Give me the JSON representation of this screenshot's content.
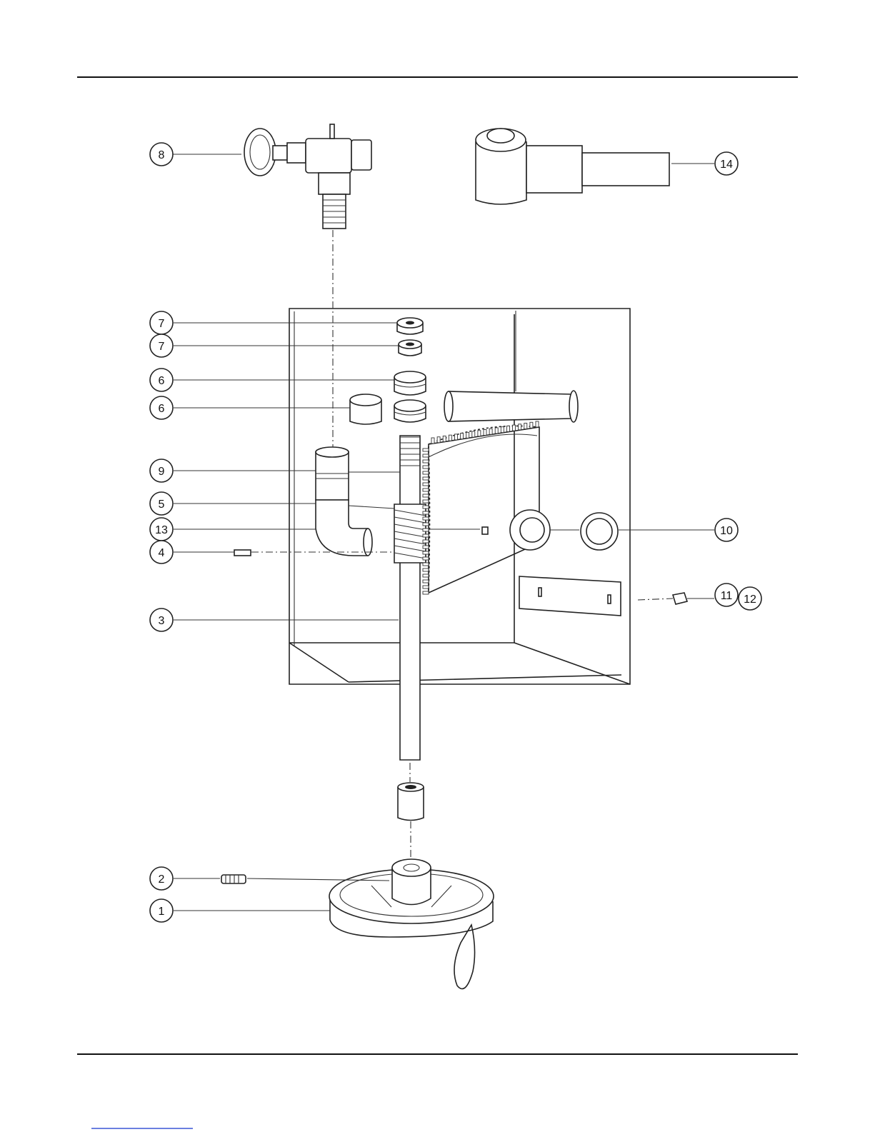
{
  "diagram": {
    "callouts": [
      {
        "id": "c8",
        "label": "8"
      },
      {
        "id": "c14",
        "label": "14"
      },
      {
        "id": "c7a",
        "label": "7"
      },
      {
        "id": "c7b",
        "label": "7"
      },
      {
        "id": "c6a",
        "label": "6"
      },
      {
        "id": "c6b",
        "label": "6"
      },
      {
        "id": "c9",
        "label": "9"
      },
      {
        "id": "c5",
        "label": "5"
      },
      {
        "id": "c13",
        "label": "13"
      },
      {
        "id": "c4",
        "label": "4"
      },
      {
        "id": "c10",
        "label": "10"
      },
      {
        "id": "c11",
        "label": "11"
      },
      {
        "id": "c12",
        "label": "12"
      },
      {
        "id": "c3",
        "label": "3"
      },
      {
        "id": "c2",
        "label": "2"
      },
      {
        "id": "c1",
        "label": "1"
      }
    ]
  }
}
